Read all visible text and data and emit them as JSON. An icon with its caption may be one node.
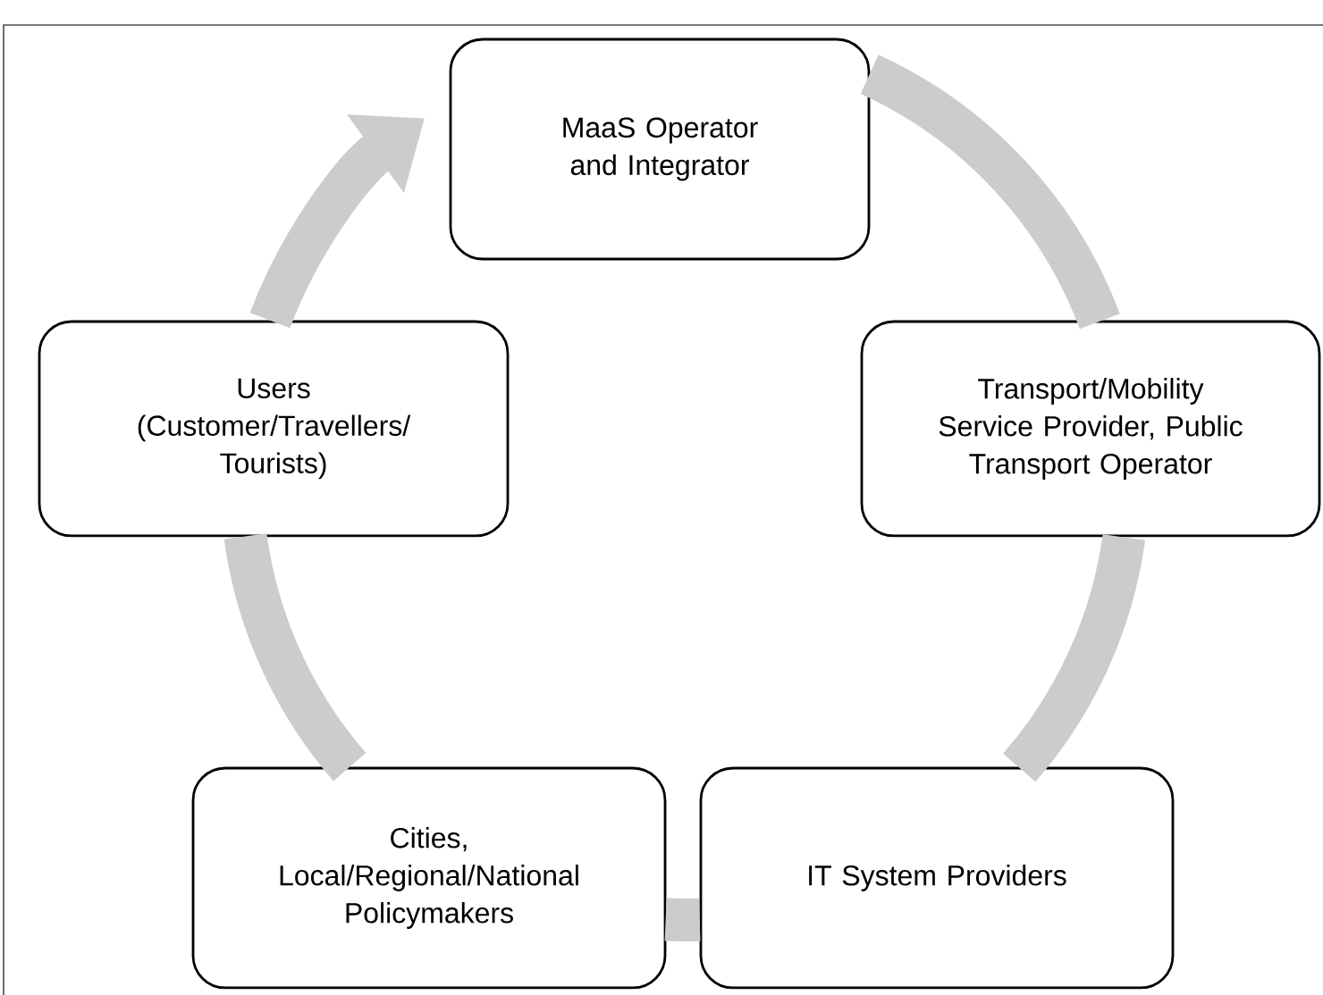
{
  "diagram": {
    "nodes": [
      {
        "text": [
          "MaaS Operator and Integrator"
        ]
      },
      {
        "text": [
          "Transport/Mobility Service Provider, Public Transport Operator"
        ]
      },
      {
        "text": [
          "IT System Providers"
        ]
      },
      {
        "text": [
          "Cities, Local/Regional/National Policymakers"
        ]
      },
      {
        "text": [
          "Users (Customer/Travellers/ Tourists)"
        ]
      }
    ],
    "edges": [
      {
        "from": 0,
        "to": 1,
        "arrow": "none"
      },
      {
        "from": 1,
        "to": 2,
        "arrow": "none"
      },
      {
        "from": 2,
        "to": 3,
        "arrow": "none"
      },
      {
        "from": 3,
        "to": 4,
        "arrow": "none"
      },
      {
        "from": 4,
        "to": 0,
        "arrow": "to"
      }
    ]
  }
}
